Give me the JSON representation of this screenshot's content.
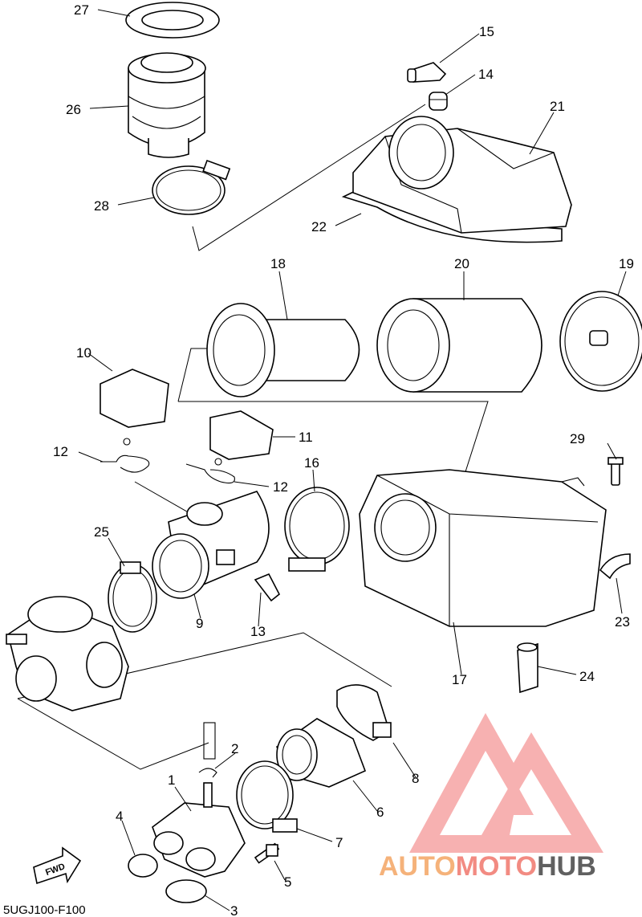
{
  "diagram": {
    "code": "5UGJ100-F100",
    "fwd_label": "FWD",
    "callouts": {
      "c1": "1",
      "c2": "2",
      "c3": "3",
      "c4": "4",
      "c5": "5",
      "c6": "6",
      "c7": "7",
      "c8": "8",
      "c9": "9",
      "c10": "10",
      "c11": "11",
      "c12a": "12",
      "c12b": "12",
      "c13": "13",
      "c14": "14",
      "c15": "15",
      "c16": "16",
      "c17": "17",
      "c18": "18",
      "c19": "19",
      "c20": "20",
      "c21": "21",
      "c22": "22",
      "c23": "23",
      "c24": "24",
      "c25": "25",
      "c26": "26",
      "c27": "27",
      "c28": "28",
      "c29": "29"
    }
  },
  "watermark": {
    "part1": "AUTO",
    "part2": "MOTO",
    "part3": "HUB",
    "colors": {
      "auto": "#f5b27a",
      "moto": "#f28b82",
      "hub": "#606060",
      "logo": "#f6a4a4"
    }
  }
}
